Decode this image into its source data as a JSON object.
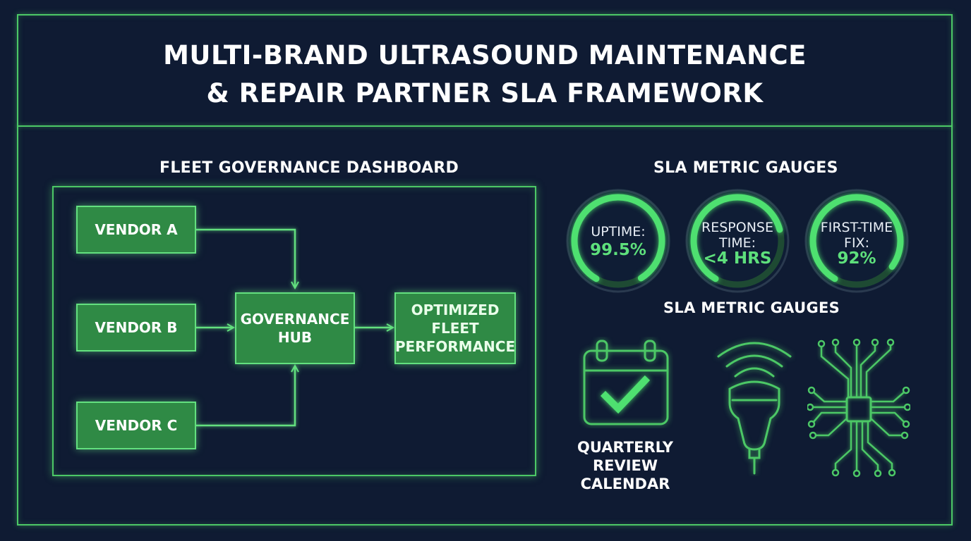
{
  "title": {
    "line1": "MULTI-BRAND ULTRASOUND MAINTENANCE",
    "line2": "& REPAIR PARTNER SLA FRAMEWORK"
  },
  "dashboard": {
    "heading": "FLEET GOVERNANCE DASHBOARD",
    "vendors": [
      "VENDOR A",
      "VENDOR B",
      "VENDOR C"
    ],
    "hub": {
      "line1": "GOVERNANCE",
      "line2": "HUB"
    },
    "outcome": {
      "line1": "OPTIMIZED",
      "line2": "FLEET",
      "line3": "PERFORMANCE"
    }
  },
  "gauges": {
    "heading": "SLA METRIC GAUGES",
    "caption": "SLA METRIC GAUGES",
    "items": [
      {
        "label1": "UPTIME:",
        "label2": "",
        "value": "99.5%",
        "fill": 0.995
      },
      {
        "label1": "RESPONSE",
        "label2": "TIME:",
        "value": "<4 HRS",
        "fill": 0.75
      },
      {
        "label1": "FIRST-TIME",
        "label2": "FIX:",
        "value": "92%",
        "fill": 0.92
      }
    ]
  },
  "icons": {
    "calendar_label": {
      "line1": "QUARTERLY REVIEW",
      "line2": "CALENDAR"
    },
    "names": [
      "calendar-check-icon",
      "ultrasound-probe-icon",
      "circuit-chip-icon"
    ]
  },
  "colors": {
    "background": "#0f1b33",
    "accent": "#4cc866",
    "node_fill": "#2f8a45",
    "gauge_value": "#5ee07c"
  }
}
